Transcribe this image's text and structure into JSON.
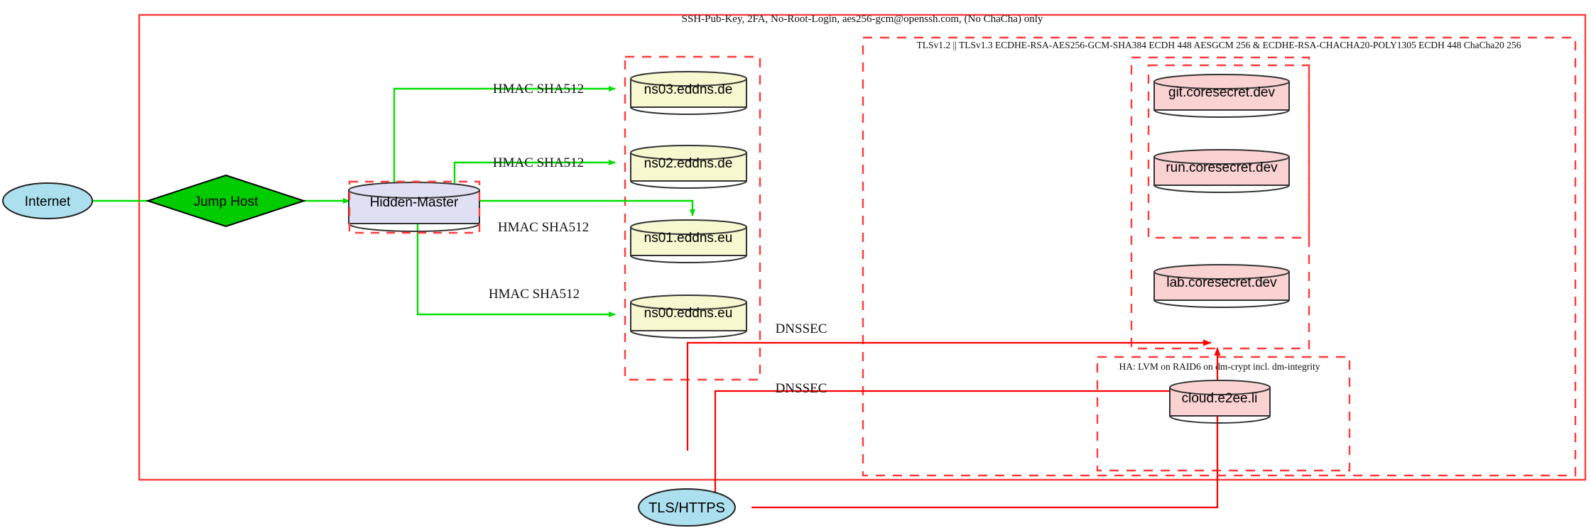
{
  "diagram": {
    "title_labels": {
      "ssh_cluster": "SSH-Pub-Key, 2FA, No-Root-Login, aes256-gcm@openssh.com, (No ChaCha) only",
      "tls_cluster": "TLSv1.2 || TLSv1.3 ECDHE-RSA-AES256-GCM-SHA384 ECDH 448 AESGCM 256 & ECDHE-RSA-CHACHA20-POLY1305 ECDH 448 ChaCha20 256",
      "ha_cluster": "HA: LVM on RAID6 on dm-crypt incl. dm-integrity"
    },
    "nodes": {
      "internet": "Internet",
      "jump_host": "Jump Host",
      "hidden_master": "Hidden-Master",
      "ns03": "ns03.eddns.de",
      "ns02": "ns02.eddns.de",
      "ns01": "ns01.eddns.eu",
      "ns00": "ns00.eddns.eu",
      "git": "git.coresecret.dev",
      "run": "run.coresecret.dev",
      "lab": "lab.coresecret.dev",
      "cloud": "cloud.e2ee.li",
      "tls_https": "TLS/HTTPS"
    },
    "edge_labels": {
      "hmac_ns03": "HMAC SHA512",
      "hmac_ns02": "HMAC SHA512",
      "hmac_ns01": "HMAC SHA512",
      "hmac_ns00": "HMAC SHA512",
      "dnssec_upper": "DNSSEC",
      "dnssec_lower": "DNSSEC"
    },
    "colors": {
      "cluster_border": "#ff0000",
      "edge_green": "#00e000",
      "edge_red": "#ff0000",
      "db_yellow": "#f7f7d0",
      "db_pink": "#fbd2d2",
      "db_lavender": "#e0e0f5",
      "ellipse_blue": "#ace0ee",
      "diamond_green": "#00cc00",
      "node_stroke": "#333333"
    }
  }
}
